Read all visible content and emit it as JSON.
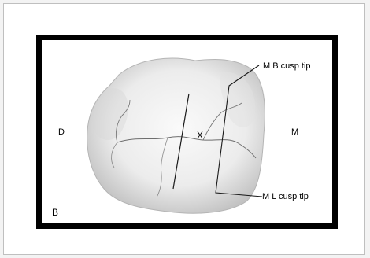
{
  "figure": {
    "labels": {
      "distal": "D",
      "mesial": "M",
      "x_mark": "X",
      "mb_cusp": "M B cusp tip",
      "ml_cusp": "M L cusp tip",
      "panel": "B"
    }
  }
}
